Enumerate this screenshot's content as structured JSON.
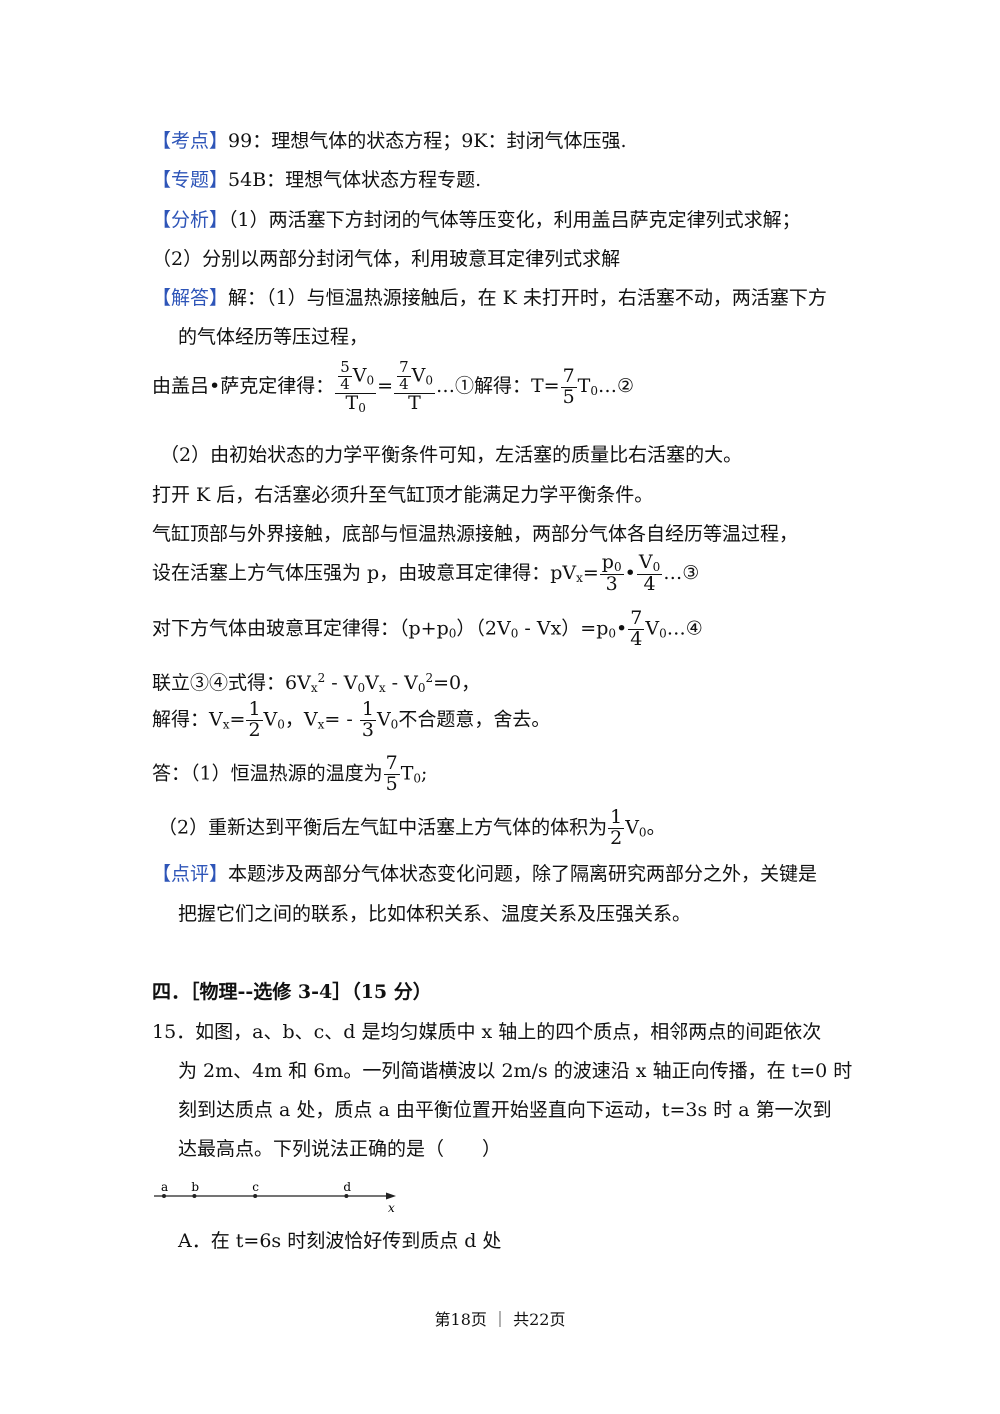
{
  "kaodian": {
    "tag": "【考点】",
    "text": "99：理想气体的状态方程；9K：封闭气体压强."
  },
  "zhuanti": {
    "tag": "【专题】",
    "text": "54B：理想气体状态方程专题."
  },
  "fenxi": {
    "tag": "【分析】",
    "line1": "（1）两活塞下方封闭的气体等压变化，利用盖吕萨克定律列式求解；",
    "line2": "（2）分别以两部分封闭气体，利用玻意耳定律列式求解"
  },
  "jieda": {
    "tag": "【解答】",
    "line1": "解：（1）与恒温热源接触后，在 K 未打开时，右活塞不动，两活塞下方",
    "line2": "的气体经历等压过程，"
  },
  "eq1": {
    "prefix": "由盖吕•萨克定律得：",
    "n1": "5",
    "d1": "4",
    "V": "V",
    "zero": "0",
    "T": "T",
    "n2": "7",
    "d2": "4",
    "eq": "=",
    "mid": "…①解得：T=",
    "fn": "7",
    "fd": "5",
    "T0": "T",
    "tail": "…②"
  },
  "p2": "（2）由初始状态的力学平衡条件可知，左活塞的质量比右活塞的大。",
  "p3": "打开 K 后，右活塞必须升至气缸顶才能满足力学平衡条件。",
  "p4": "气缸顶部与外界接触，底部与恒温热源接触，两部分气体各自经历等温过程，",
  "eq3": {
    "prefix": "设在活塞上方气体压强为 p，由玻意耳定律得：pV",
    "x": "x",
    "eq": "=",
    "pn": "p",
    "zero": "0",
    "pd": "3",
    "dot": "•",
    "vn": "V",
    "vd": "4",
    "tail": "…③"
  },
  "eq4": {
    "prefix": "对下方气体由玻意耳定律得：（p+p",
    "zero": "0",
    "mid": "）（2V",
    "mid2": " - Vx）=p",
    "dot": "•",
    "fn": "7",
    "fd": "4",
    "V": "V",
    "tail": "…④"
  },
  "eq5": {
    "prefix": "联立③④式得：6V",
    "x": "x",
    "two": "2",
    "a": " - V",
    "zero": "0",
    "b": "V",
    "c": " - V",
    "d": "=0，"
  },
  "eq6": {
    "prefix": "解得：V",
    "x": "x",
    "eq": "=",
    "fn": "1",
    "fd": "2",
    "V": "V",
    "zero": "0",
    "mid": "，V",
    "mid2": "= - ",
    "fn2": "1",
    "fd2": "3",
    "tail": "不合题意，舍去。"
  },
  "ans1": {
    "prefix": "答：（1）恒温热源的温度为",
    "fn": "7",
    "fd": "5",
    "T": "T",
    "zero": "0",
    "tail": ";"
  },
  "ans2": {
    "prefix": "（2）重新达到平衡后左气缸中活塞上方气体的体积为",
    "fn": "1",
    "fd": "2",
    "V": "V",
    "zero": "0",
    "tail": "。"
  },
  "dianping": {
    "tag": "【点评】",
    "line1": "本题涉及两部分气体状态变化问题，除了隔离研究两部分之外，关键是",
    "line2": "把握它们之间的联系，比如体积关系、温度关系及压强关系。"
  },
  "section": "四．［物理--选修 3-4］（15 分）",
  "q15": {
    "line1": "15．如图，a、b、c、d 是均匀媒质中 x 轴上的四个质点，相邻两点的间距依次",
    "line2": "为 2m、4m 和 6m。一列简谐横波以 2m/s 的波速沿 x 轴正向传播，在 t=0 时",
    "line3": "刻到达质点 a 处，质点 a 由平衡位置开始竖直向下运动，t=3s 时 a 第一次到",
    "line4": "达最高点。下列说法正确的是（　　）",
    "optA": "A．在 t=6s 时刻波恰好传到质点 d 处"
  },
  "axis": {
    "points": [
      "a",
      "b",
      "c",
      "d"
    ],
    "positions_m": [
      0,
      2,
      6,
      12
    ],
    "axis_label": "x"
  },
  "footer": "第18页 ｜ 共22页"
}
